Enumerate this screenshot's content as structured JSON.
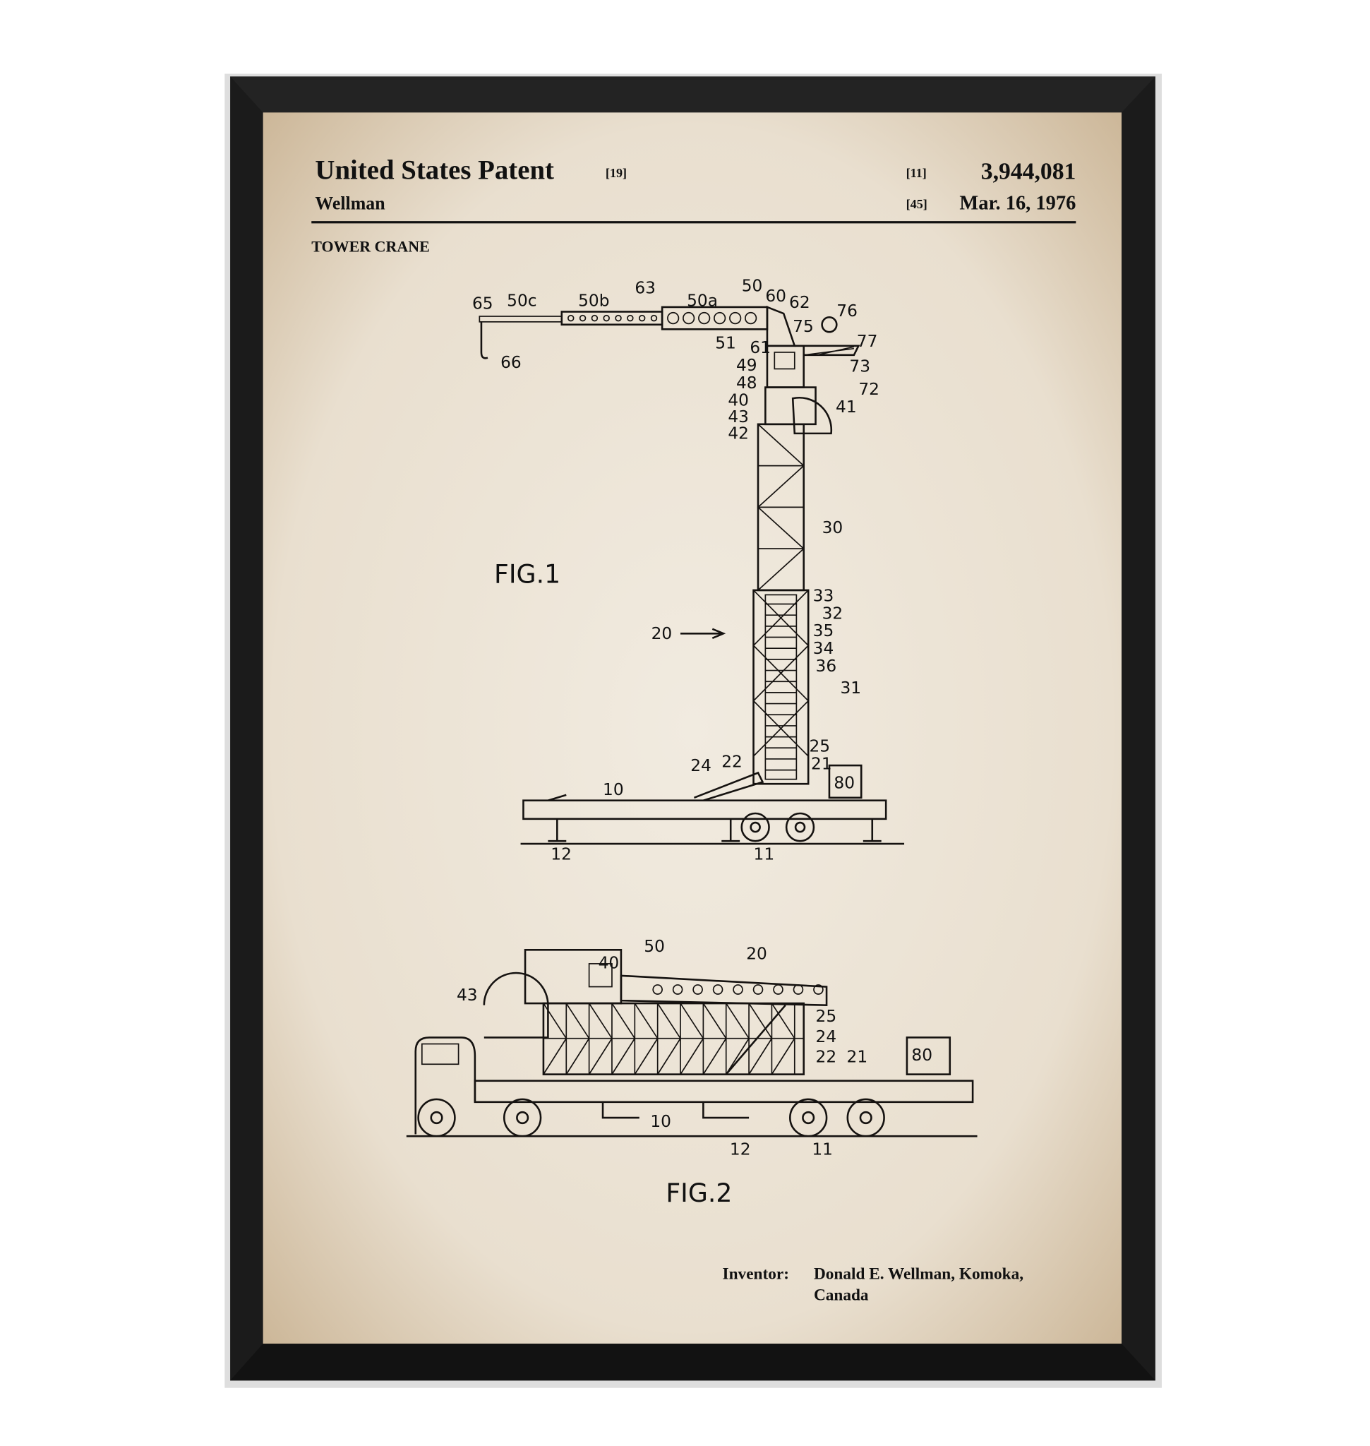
{
  "header": {
    "title": "United States Patent",
    "title_code": "[19]",
    "inventor_surname": "Wellman",
    "number_code": "[11]",
    "patent_number": "3,944,081",
    "date_code": "[45]",
    "date": "Mar. 16, 1976",
    "invention_title": "TOWER CRANE"
  },
  "fig1": {
    "caption": "FIG.1",
    "labels": [
      "65",
      "50c",
      "50b",
      "63",
      "50a",
      "50",
      "60",
      "62",
      "76",
      "75",
      "77",
      "51",
      "61",
      "49",
      "48",
      "73",
      "72",
      "40",
      "41",
      "43",
      "42",
      "30",
      "33",
      "32",
      "35",
      "34",
      "36",
      "20",
      "31",
      "25",
      "21",
      "24",
      "22",
      "10",
      "80",
      "12",
      "11",
      "66"
    ]
  },
  "fig2": {
    "caption": "FIG.2",
    "labels": [
      "40",
      "50",
      "20",
      "43",
      "25",
      "24",
      "22",
      "21",
      "80",
      "10",
      "12",
      "11"
    ]
  },
  "footer": {
    "inventor_label": "Inventor:",
    "inventor_line1": "Donald E. Wellman, Komoka,",
    "inventor_line2": "Canada"
  },
  "colors": {
    "frame": "#1b1b1b",
    "paper": "#eee6d8",
    "ink": "#111111"
  }
}
